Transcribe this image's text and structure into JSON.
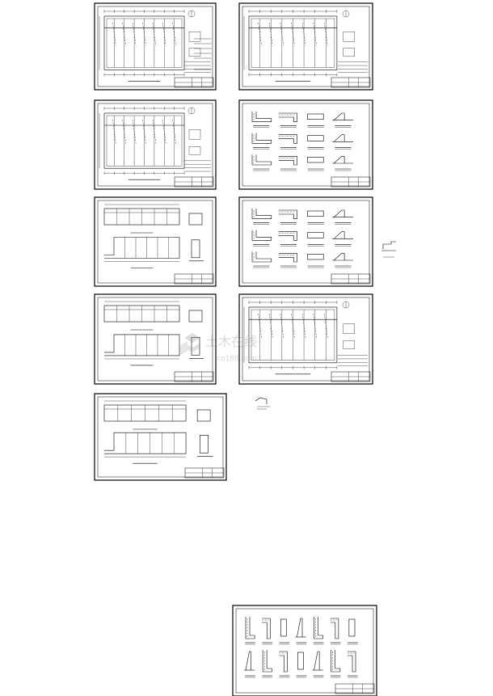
{
  "watermark": {
    "cn": "土木在线",
    "en": "co188.com"
  },
  "sheets": [
    {
      "id": "sheet-1",
      "kind": "plan-bays"
    },
    {
      "id": "sheet-2",
      "kind": "plan-bays"
    },
    {
      "id": "sheet-3",
      "kind": "plan-bays"
    },
    {
      "id": "sheet-4",
      "kind": "details"
    },
    {
      "id": "sheet-5",
      "kind": "section"
    },
    {
      "id": "sheet-6",
      "kind": "details"
    },
    {
      "id": "sheet-7",
      "kind": "section"
    },
    {
      "id": "sheet-8",
      "kind": "plan-bays"
    },
    {
      "id": "sheet-9",
      "kind": "section"
    },
    {
      "id": "sheet-10",
      "kind": "details-large"
    }
  ],
  "stray_fragments": [
    {
      "id": "fragment-right"
    },
    {
      "id": "fragment-center"
    }
  ]
}
